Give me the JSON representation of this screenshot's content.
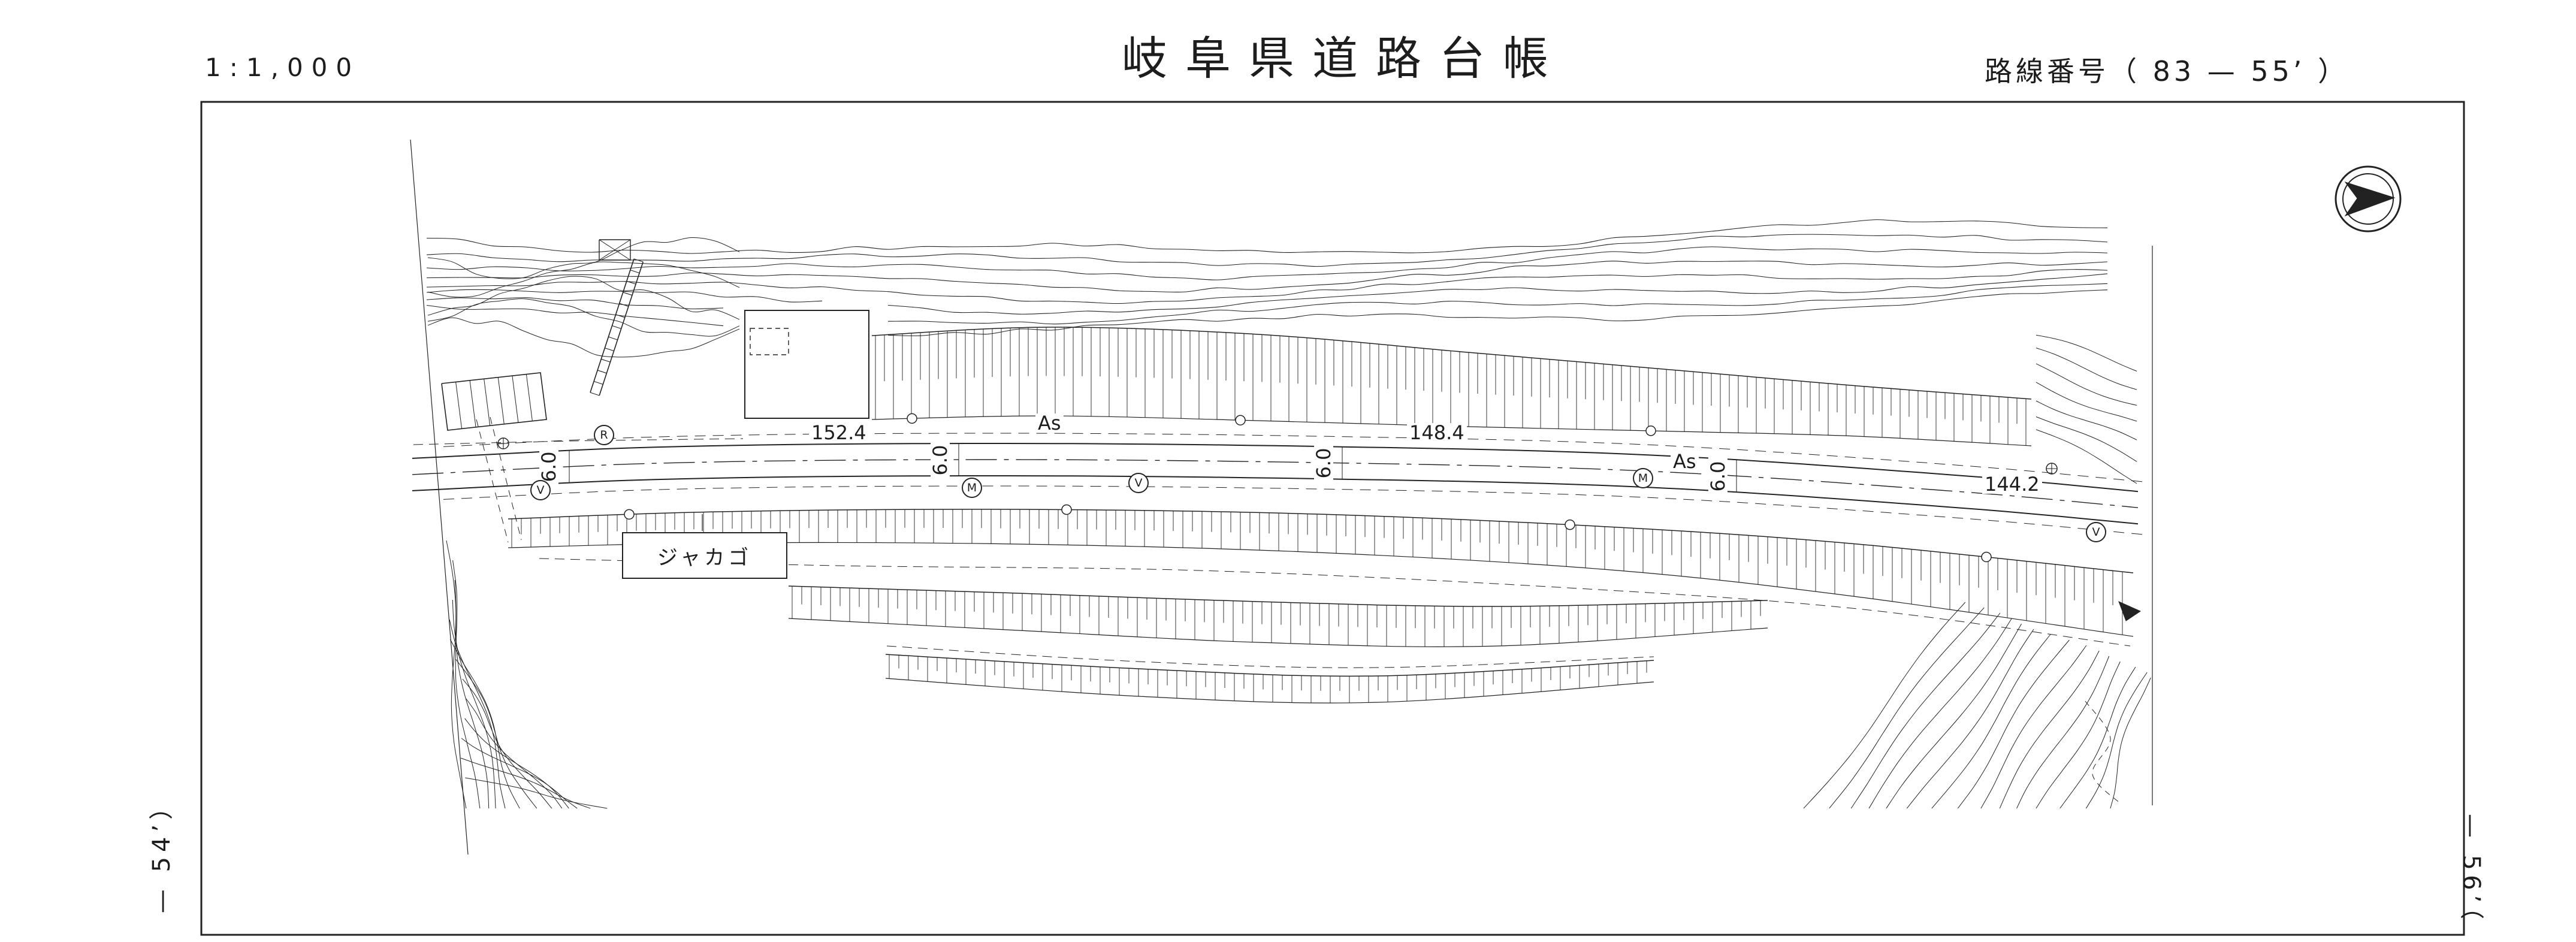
{
  "header": {
    "scale_label": "1:1,000",
    "title": "岐阜県道路台帳",
    "route_label": "路線番号（ 83 — 55’ ）"
  },
  "drawing": {
    "dimensions": {
      "d1": "152.4",
      "d2": "148.4",
      "d3": "144.2",
      "w1": "6.0",
      "w2": "6.0",
      "w3": "6.0",
      "w4": "6.0",
      "surface1": "As",
      "surface2": "As"
    },
    "annotations": {
      "gabion": "ジャカゴ"
    },
    "symbols": {
      "s1": "R",
      "s2": "V",
      "s3": "M",
      "s4": "V",
      "s5": "M",
      "s6": "V"
    }
  },
  "margins": {
    "left_sheet_ref": "— 54’）",
    "right_sheet_ref": "— 56’（"
  }
}
